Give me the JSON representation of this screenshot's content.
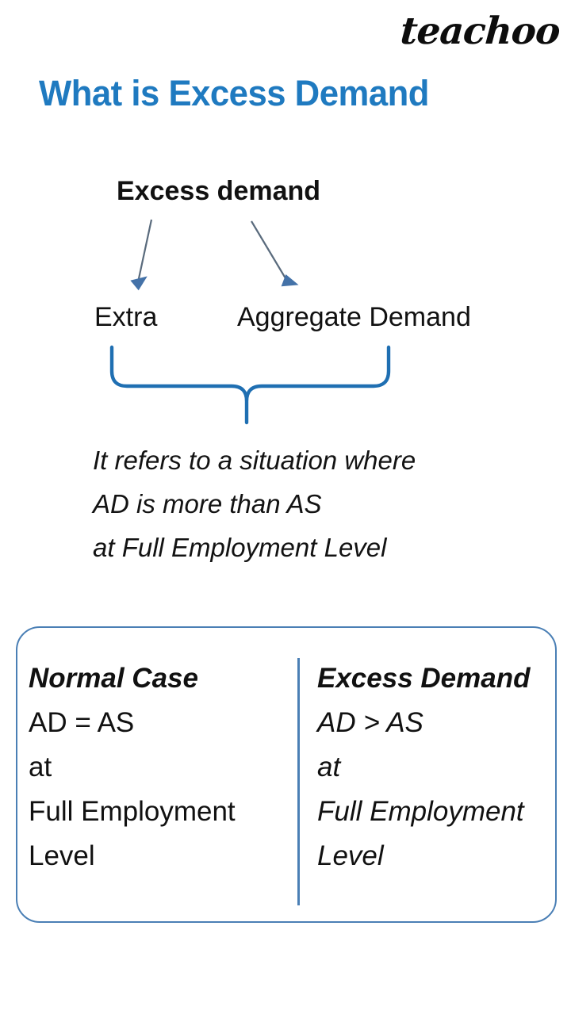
{
  "brand": {
    "name": "teachoo"
  },
  "header": {
    "title": "What is Excess Demand"
  },
  "tree": {
    "root_label": "Excess demand",
    "left_label": "Extra",
    "right_label": "Aggregate Demand",
    "arrow_left_name": "arrow-down-left",
    "arrow_right_name": "arrow-down-right",
    "brace_name": "curly-brace"
  },
  "definition": {
    "line1": "It refers to a situation where",
    "line2": "AD is more than AS",
    "line3": "at Full Employment Level"
  },
  "comparison": {
    "left": {
      "heading": "Normal Case",
      "line1": "AD = AS",
      "line2": "at",
      "line3": "Full Employment",
      "line4": "Level"
    },
    "right": {
      "heading": "Excess Demand",
      "line1": "AD > AS",
      "line2": "at",
      "line3": "Full Employment",
      "line4": "Level"
    }
  },
  "colors": {
    "title_blue": "#1F7AC0",
    "brace_blue": "#1F6FB2",
    "box_border_blue": "#4A7FB5",
    "arrow_line": "#5A6B7D",
    "arrow_head": "#4472A8",
    "text_black": "#111111",
    "background": "#FFFFFF"
  }
}
